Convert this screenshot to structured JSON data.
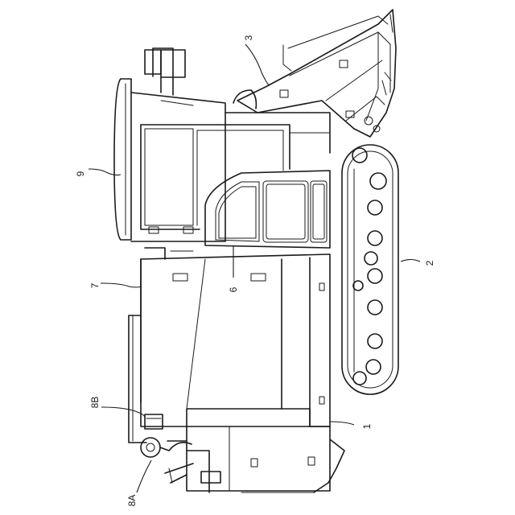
{
  "reference_numerals": {
    "n1": "1",
    "n2": "2",
    "n3": "3",
    "n6": "6",
    "n7": "7",
    "n8A": "8A",
    "n8B": "8B",
    "n9": "9"
  }
}
